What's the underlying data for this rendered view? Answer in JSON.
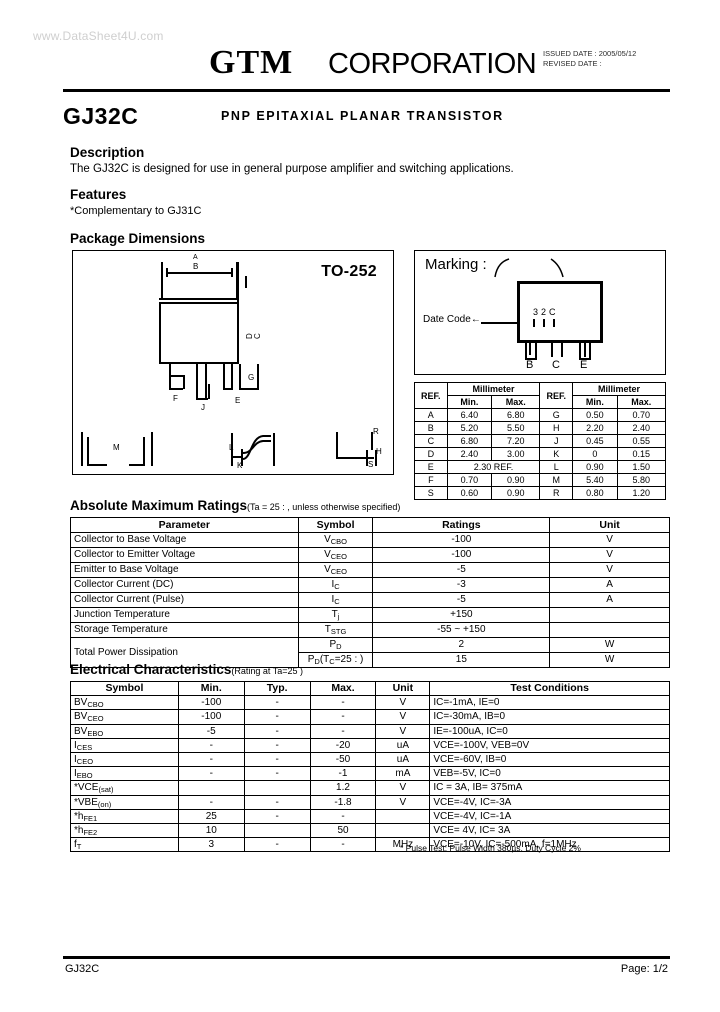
{
  "watermark": "www.DataSheet4U.com",
  "header": {
    "brand": "GTM",
    "corporation": "CORPORATION",
    "issued_date_label": "ISSUED DATE",
    "issued_date": ": 2005/05/12",
    "revised_date_label": "REVISED DATE",
    "revised_date": ":"
  },
  "title": {
    "part_number": "GJ32C",
    "part_description": "PNP EPITAXIAL PLANAR TRANSISTOR"
  },
  "description": {
    "heading": "Description",
    "body": "The GJ32C is designed for use in general purpose amplifier and switching applications."
  },
  "features": {
    "heading": "Features",
    "items": [
      "*Complementary to GJ31C"
    ]
  },
  "package": {
    "heading": "Package Dimensions",
    "package_type": "TO-252",
    "dim_labels": {
      "b": "B",
      "a": "A",
      "c": "C",
      "d": "D",
      "e": "E",
      "f": "F",
      "g": "G",
      "h": "H",
      "j": "J",
      "k": "K",
      "l": "L",
      "m": "M",
      "r": "R",
      "s": "S"
    }
  },
  "marking": {
    "heading": "Marking :",
    "date_code_label": "Date Code",
    "arrow": "←",
    "chip_code": "32C",
    "pins": [
      "B",
      "C",
      "E"
    ]
  },
  "dim_table": {
    "headers": {
      "ref": "REF.",
      "millimeter": "Millimeter",
      "min": "Min.",
      "max": "Max."
    },
    "left_rows": [
      {
        "ref": "A",
        "min": "6.40",
        "max": "6.80"
      },
      {
        "ref": "B",
        "min": "5.20",
        "max": "5.50"
      },
      {
        "ref": "C",
        "min": "6.80",
        "max": "7.20"
      },
      {
        "ref": "D",
        "min": "2.40",
        "max": "3.00"
      },
      {
        "ref": "E",
        "span": "2.30 REF."
      },
      {
        "ref": "F",
        "min": "0.70",
        "max": "0.90"
      },
      {
        "ref": "S",
        "min": "0.60",
        "max": "0.90"
      }
    ],
    "right_rows": [
      {
        "ref": "G",
        "min": "0.50",
        "max": "0.70"
      },
      {
        "ref": "H",
        "min": "2.20",
        "max": "2.40"
      },
      {
        "ref": "J",
        "min": "0.45",
        "max": "0.55"
      },
      {
        "ref": "K",
        "min": "0",
        "max": "0.15"
      },
      {
        "ref": "L",
        "min": "0.90",
        "max": "1.50"
      },
      {
        "ref": "M",
        "min": "5.40",
        "max": "5.80"
      },
      {
        "ref": "R",
        "min": "0.80",
        "max": "1.20"
      }
    ]
  },
  "abs_max": {
    "heading": "Absolute Maximum Ratings",
    "note": "(Ta = 25 : , unless otherwise specified)",
    "headers": [
      "Parameter",
      "Symbol",
      "Ratings",
      "Unit"
    ],
    "rows": [
      {
        "parameter": "Collector to Base Voltage",
        "symbol": "VCBO",
        "sym_base": "V",
        "sym_sub": "CBO",
        "ratings": "-100",
        "unit": "V"
      },
      {
        "parameter": "Collector to Emitter Voltage",
        "symbol": "VCEO",
        "sym_base": "V",
        "sym_sub": "CEO",
        "ratings": "-100",
        "unit": "V"
      },
      {
        "parameter": "Emitter to Base Voltage",
        "symbol": "VCEO",
        "sym_base": "V",
        "sym_sub": "CEO",
        "ratings": "-5",
        "unit": "V"
      },
      {
        "parameter": "Collector Current (DC)",
        "symbol": "IC",
        "sym_base": "I",
        "sym_sub": "C",
        "ratings": "-3",
        "unit": "A"
      },
      {
        "parameter": "Collector Current (Pulse)",
        "symbol": "IC",
        "sym_base": "I",
        "sym_sub": "C",
        "ratings": "-5",
        "unit": "A"
      },
      {
        "parameter": "Junction Temperature",
        "symbol": "Tj",
        "sym_base": "T",
        "sym_sub": "j",
        "ratings": "+150",
        "unit": ""
      },
      {
        "parameter": "Storage Temperature",
        "symbol": "TSTG",
        "sym_base": "T",
        "sym_sub": "STG",
        "ratings": "-55 ~ +150",
        "unit": ""
      },
      {
        "parameter": "Total Power Dissipation",
        "symbol": "PD",
        "sym_base": "P",
        "sym_sub": "D",
        "ratings": "2",
        "unit": "W"
      },
      {
        "parameter": "",
        "symbol": "PD(TC=25 : )",
        "sym_base": "P",
        "sym_sub": "D",
        "sym_tail": "(T",
        "sym_tail_sub": "C",
        "sym_tail2": "=25 : )",
        "ratings": "15",
        "unit": "W"
      }
    ]
  },
  "electrical": {
    "heading": "Electrical Characteristics",
    "note": "(Rating at Ta=25   )",
    "headers": [
      "Symbol",
      "Min.",
      "Typ.",
      "Max.",
      "Unit",
      "Test Conditions"
    ],
    "rows": [
      {
        "symbol": "BVCBO",
        "sym_base": "BV",
        "sym_sub": "CBO",
        "min": "-100",
        "typ": "-",
        "max": "-",
        "unit": "V",
        "cond": "IC=-1mA, IE=0"
      },
      {
        "symbol": "BVCEO",
        "sym_base": "BV",
        "sym_sub": "CEO",
        "min": "-100",
        "typ": "-",
        "max": "-",
        "unit": "V",
        "cond": "IC=-30mA, IB=0"
      },
      {
        "symbol": "BVEBO",
        "sym_base": "BV",
        "sym_sub": "EBO",
        "min": "-5",
        "typ": "-",
        "max": "-",
        "unit": "V",
        "cond": "IE=-100uA, IC=0"
      },
      {
        "symbol": "ICES",
        "sym_base": "I",
        "sym_sub": "CES",
        "min": "-",
        "typ": "-",
        "max": "-20",
        "unit": "uA",
        "cond": "VCE=-100V, VEB=0V"
      },
      {
        "symbol": "ICEO",
        "sym_base": "I",
        "sym_sub": "CEO",
        "min": "-",
        "typ": "-",
        "max": "-50",
        "unit": "uA",
        "cond": "VCE=-60V, IB=0"
      },
      {
        "symbol": "IEBO",
        "sym_base": "I",
        "sym_sub": "EBO",
        "min": "-",
        "typ": "-",
        "max": "-1",
        "unit": "mA",
        "cond": "VEB=-5V, IC=0"
      },
      {
        "symbol": "*VCE(sat)",
        "sym_base": "*VCE",
        "sym_sub": "(sat)",
        "min": "",
        "typ": "",
        "max": "1.2",
        "unit": "V",
        "cond": "IC = 3A, IB= 375mA"
      },
      {
        "symbol": "*VBE(on)",
        "sym_base": "*VBE",
        "sym_sub": "(on)",
        "min": "-",
        "typ": "-",
        "max": "-1.8",
        "unit": "V",
        "cond": "VCE=-4V, IC=-3A"
      },
      {
        "symbol": "*hFE1",
        "sym_base": "*h",
        "sym_sub": "FE1",
        "min": "25",
        "typ": "-",
        "max": "-",
        "unit": "",
        "cond": "VCE=-4V, IC=-1A"
      },
      {
        "symbol": "*hFE2",
        "sym_base": "*h",
        "sym_sub": "FE2",
        "min": "10",
        "typ": "",
        "max": "50",
        "unit": "",
        "cond": "VCE= 4V, IC= 3A"
      },
      {
        "symbol": "fT",
        "sym_base": "f",
        "sym_sub": "T",
        "min": "3",
        "typ": "-",
        "max": "-",
        "unit": "MHz",
        "cond": "VCE=-10V, IC=-500mA, f=1MHz"
      }
    ],
    "pulse_note": "* Pulse Test: Pulse Width  380µs, Duty Cycle   2%"
  },
  "footer": {
    "part": "GJ32C",
    "page": "Page: 1/2"
  }
}
